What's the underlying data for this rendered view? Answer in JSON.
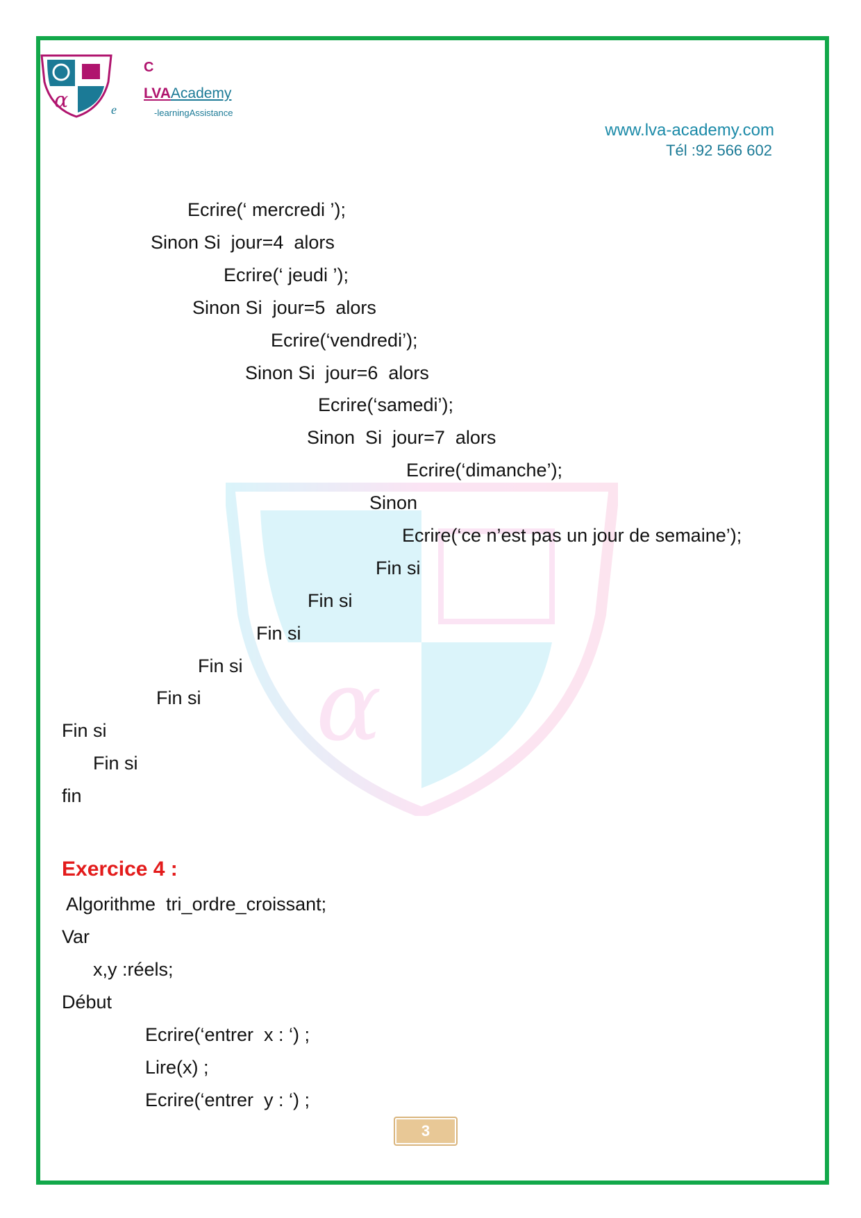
{
  "header": {
    "brand_c": "C",
    "brand_lva": "LVA",
    "brand_academy": "Academy",
    "brand_e": "e",
    "brand_sub": "-learningAssistance",
    "website": "www.lva-academy.com",
    "phone": "Tél :92 566 602"
  },
  "code_lines": [
    "Ecrire(‘ mercredi ’);",
    "Sinon Si  jour=4  alors",
    "Ecrire(‘ jeudi ’);",
    "Sinon Si  jour=5  alors",
    "Ecrire(‘vendredi’);",
    "Sinon Si  jour=6  alors",
    "Ecrire(‘samedi’);",
    "Sinon  Si  jour=7  alors",
    "Ecrire(‘dimanche’);",
    "Sinon",
    "Ecrire(‘ce n’est pas un jour de semaine’);",
    "Fin si",
    "Fin si",
    "Fin si",
    "Fin si",
    "Fin si",
    "Fin si",
    "Fin si",
    "fin"
  ],
  "exercise": {
    "title": "Exercice 4 :",
    "lines": [
      " Algorithme  tri_ordre_croissant;",
      "Var",
      "x,y :réels;",
      "Début",
      "Ecrire(‘entrer  x : ‘) ;",
      "Lire(x) ;",
      "Ecrire(‘entrer  y : ‘) ;"
    ]
  },
  "page_number": "3",
  "colors": {
    "border": "#12a84a",
    "heading": "#e31b1b",
    "brand": "#1b7a96",
    "brand_accent": "#b0146e"
  }
}
